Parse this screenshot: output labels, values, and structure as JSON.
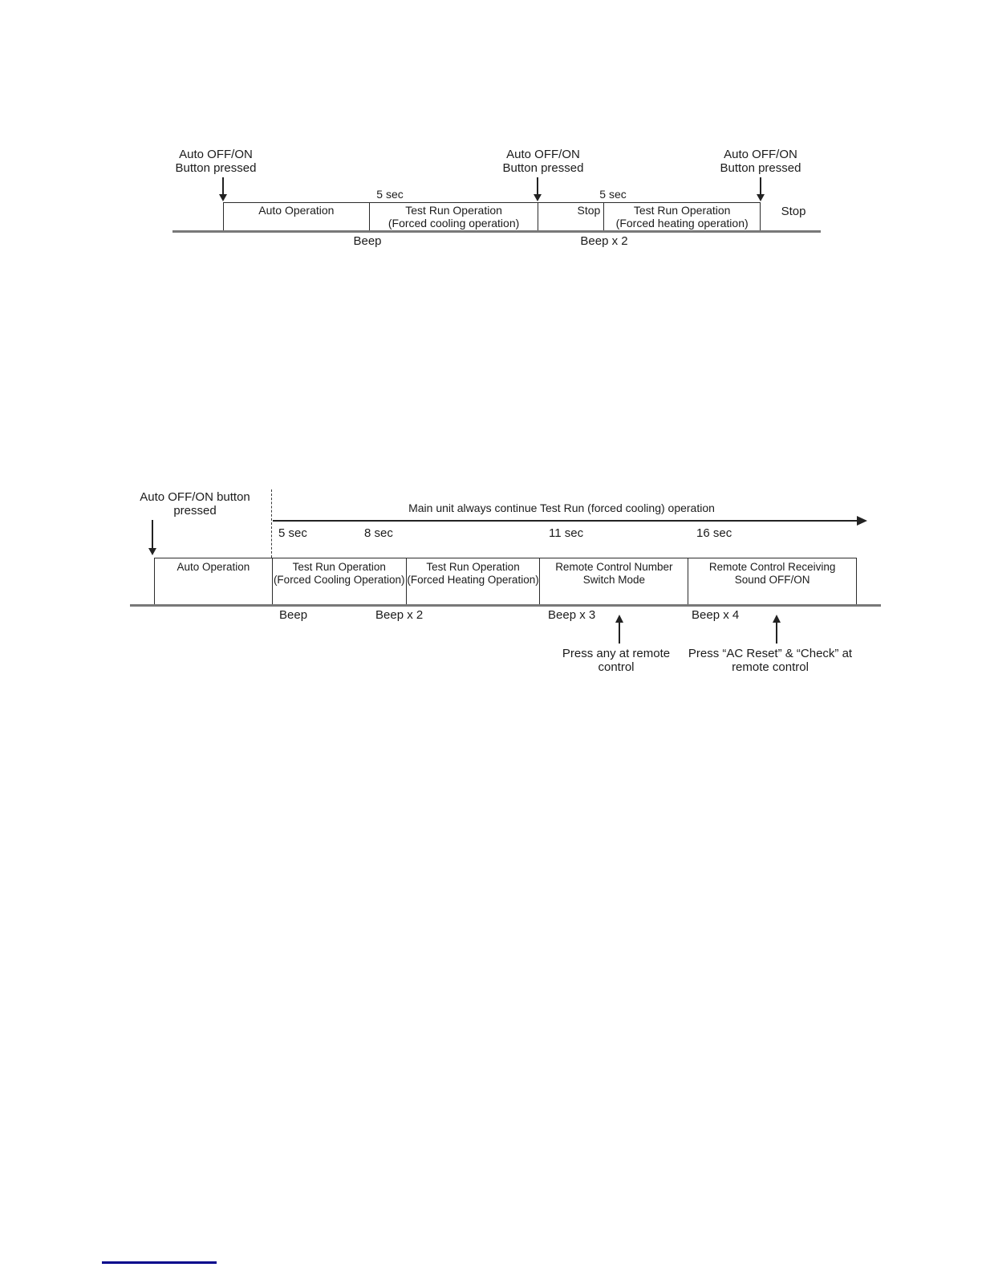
{
  "diagram1": {
    "press_labels": [
      {
        "line1": "Auto OFF/ON",
        "line2": "Button pressed"
      },
      {
        "line1": "Auto OFF/ON",
        "line2": "Button pressed"
      },
      {
        "line1": "Auto OFF/ON",
        "line2": "Button pressed"
      }
    ],
    "sec_labels": [
      "5 sec",
      "5 sec"
    ],
    "segments": [
      {
        "line1": "Auto Operation"
      },
      {
        "line1": "Test Run Operation",
        "line2": "(Forced cooling operation)"
      },
      {
        "line1": "Stop"
      },
      {
        "line1": "Test Run Operation",
        "line2": "(Forced heating operation)"
      }
    ],
    "end_label": "Stop",
    "beep_labels": [
      "Beep",
      "Beep x 2"
    ]
  },
  "diagram2": {
    "press_label": {
      "line1": "Auto OFF/ON button",
      "line2": "pressed"
    },
    "timeline_title": "Main unit always continue Test Run (forced cooling) operation",
    "sec_labels": [
      "5 sec",
      "8 sec",
      "11 sec",
      "16 sec"
    ],
    "segments": [
      {
        "line1": "Auto Operation"
      },
      {
        "line1": "Test Run Operation",
        "line2": "(Forced Cooling Operation)"
      },
      {
        "line1": "Test Run Operation",
        "line2": "(Forced Heating Operation)"
      },
      {
        "line1": "Remote Control Number",
        "line2": "Switch Mode"
      },
      {
        "line1": "Remote Control Receiving",
        "line2": "Sound OFF/ON"
      }
    ],
    "beep_labels": [
      "Beep",
      "Beep x 2",
      "Beep x 3",
      "Beep x 4"
    ],
    "notes": [
      {
        "line1": "Press any at remote",
        "line2": "control"
      },
      {
        "line1": "Press “AC Reset” & “Check” at",
        "line2": "remote control"
      }
    ]
  },
  "colors": {
    "box_line": "#2b2b2b",
    "baseline": "#787878",
    "link_underline": "#00008b"
  }
}
